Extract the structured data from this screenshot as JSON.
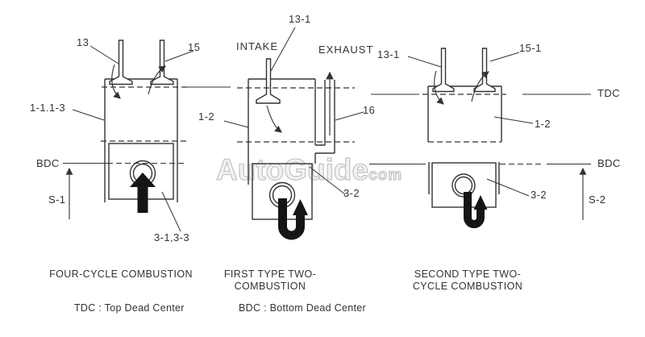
{
  "figure": {
    "diagrams": [
      {
        "id": "four-cycle",
        "caption_lines": [
          "FOUR-CYCLE COMBUSTION"
        ],
        "labels": {
          "valve_left": "13",
          "valve_right": "15",
          "cylinder": "1-1.1-3",
          "bdc": "BDC",
          "stroke": "S-1",
          "piston": "3-1,3-3"
        }
      },
      {
        "id": "first-type-two-cycle",
        "caption_lines": [
          "FIRST TYPE TWO-",
          "COMBUSTION"
        ],
        "labels": {
          "valve": "13-1",
          "intake": "INTAKE",
          "exhaust": "EXHAUST",
          "cylinder": "1-2",
          "exhaust_duct": "16",
          "piston": "3-2"
        }
      },
      {
        "id": "second-type-two-cycle",
        "caption_lines": [
          "SECOND TYPE TWO-",
          "CYCLE COMBUSTION"
        ],
        "labels": {
          "valve_left": "13-1",
          "valve_right": "15-1",
          "tdc": "TDC",
          "cylinder": "1-2",
          "bdc": "BDC",
          "piston": "3-2",
          "stroke": "S-2"
        }
      }
    ],
    "legend": {
      "tdc": "TDC : Top Dead Center",
      "bdc": "BDC : Bottom Dead Center"
    },
    "watermark": {
      "name": "AutoGuide",
      "suffix": "com"
    },
    "colors": {
      "line": "#333333",
      "arrow_fill": "#151515",
      "watermark_outline": "#c6c6c6",
      "background": "#ffffff"
    }
  }
}
